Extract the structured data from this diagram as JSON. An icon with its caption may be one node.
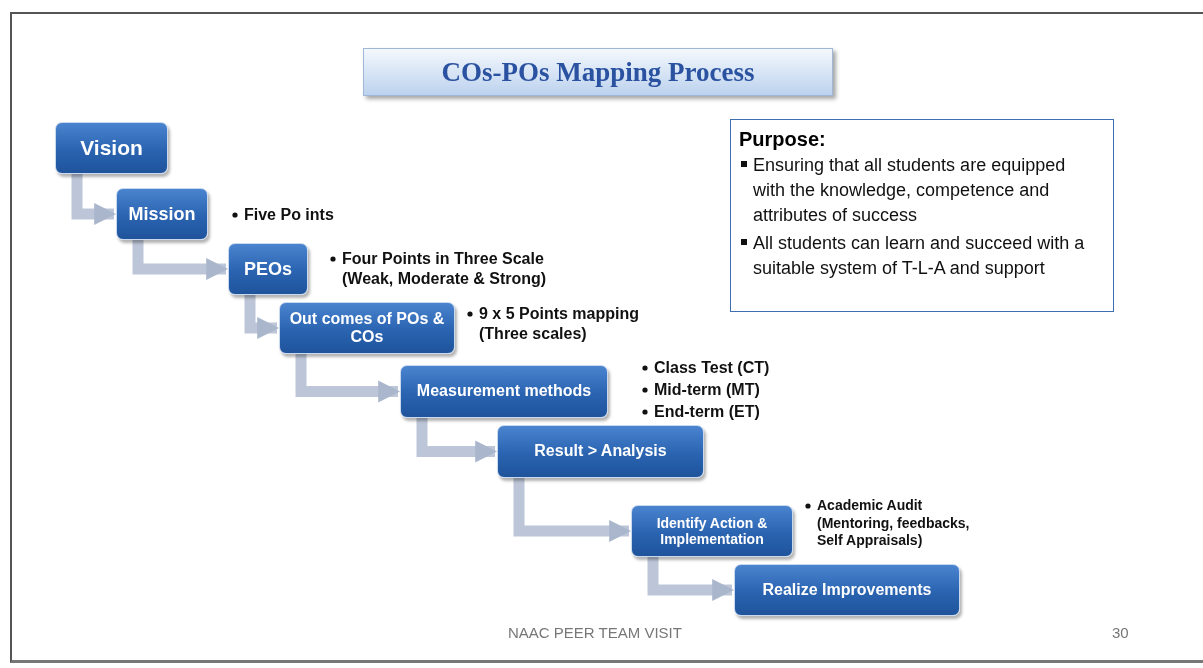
{
  "diagram": {
    "title": "COs-POs Mapping Process",
    "nodes": [
      {
        "text": [
          "Vision"
        ]
      },
      {
        "text": [
          "Mission"
        ]
      },
      {
        "text": [
          "PEOs"
        ]
      },
      {
        "text": [
          "Out comes of POs & COs"
        ],
        "beside": [
          "9 x 5 Points mapping (Three scales)"
        ]
      },
      {
        "text": [
          "Measurement methods"
        ],
        "beside": [
          "Class Test (CT)",
          "Mid-term (MT)",
          "End-term (ET)"
        ]
      },
      {
        "text": [
          "Result > Analysis"
        ]
      },
      {
        "text": [
          "Identify Action & Implementation"
        ],
        "beside": [
          "Academic Audit (Mentoring, feedbacks, Self Appraisals)"
        ]
      },
      {
        "text": [
          "Realize Improvements"
        ]
      },
      {
        "text": [
          "Purpose:",
          "Ensuring that all students are equipped with the knowledge, competence and attributes  of success",
          "All students can learn and succeed with a suitable system  of T-L-A and support"
        ]
      }
    ],
    "edges": [
      {
        "from": 0,
        "to": 1,
        "arrow": "to"
      },
      {
        "from": 1,
        "to": 2,
        "arrow": "to"
      },
      {
        "from": 2,
        "to": 3,
        "arrow": "to"
      },
      {
        "from": 3,
        "to": 4,
        "arrow": "to"
      },
      {
        "from": 4,
        "to": 5,
        "arrow": "to"
      },
      {
        "from": 5,
        "to": 6,
        "arrow": "to"
      },
      {
        "from": 6,
        "to": 7,
        "arrow": "to"
      }
    ],
    "labels": [
      "Five Po ints",
      "Four Points in Three Scale (Weak, Moderate & Strong)",
      "NAAC PEER TEAM VISIT",
      "30"
    ]
  }
}
